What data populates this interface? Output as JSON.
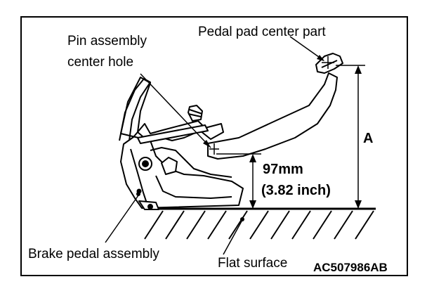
{
  "labels": {
    "pin_line1": "Pin assembly",
    "pin_line2": "center hole",
    "pedal_pad": "Pedal pad center part",
    "dim_a": "A",
    "dim_mm": "97mm",
    "dim_inch": "(3.82 inch)",
    "brake_pedal": "Brake pedal assembly",
    "flat_surface": "Flat surface",
    "figure_code": "AC507986AB"
  }
}
